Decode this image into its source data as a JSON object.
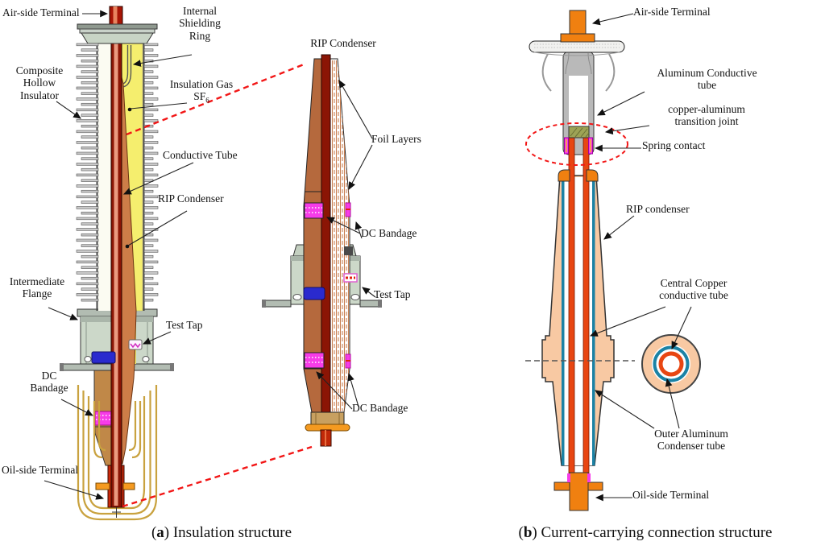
{
  "figure": {
    "panel_a": {
      "labels": {
        "air_side_terminal": "Air-side Terminal",
        "internal_shielding_ring": "Internal\nShielding\nRing",
        "composite_hollow_insulator": "Composite\nHollow\nInsulator",
        "insulation_gas_line": "Insulation Gas",
        "insulation_gas_symbol": "SF",
        "insulation_gas_subscript": "6",
        "conductive_tube": "Conductive Tube",
        "rip_condenser": "RIP Condenser",
        "intermediate_flange": "Intermediate\nFlange",
        "test_tap": "Test Tap",
        "dc_bandage": "DC\nBandage",
        "oil_side_terminal": "Oil-side Terminal"
      },
      "caption": {
        "open": "(",
        "marker": "a",
        "rest": ") Insulation structure"
      }
    },
    "panel_zoom": {
      "labels": {
        "title": "RIP Condenser",
        "foil_layers": "Foil Layers",
        "dc_bandage_upper": "DC Bandage",
        "test_tap": "Test Tap",
        "dc_bandage_lower": "DC Bandage"
      }
    },
    "panel_b": {
      "labels": {
        "air_side_terminal": "Air-side Terminal",
        "aluminum_conductive_tube": "Aluminum Conductive\ntube",
        "copper_aluminum_transition_joint": "copper-aluminum\ntransition joint",
        "spring_contact": "Spring contact",
        "rip_condenser": "RIP condenser",
        "central_copper_conductive_tube": "Central Copper\nconductive tube",
        "outer_aluminum_condenser_tube": "Outer Aluminum\nCondenser tube",
        "oil_side_terminal": "Oil-side Terminal"
      },
      "caption": {
        "open": "(",
        "marker": "b",
        "rest": ") Current-carrying connection structure"
      }
    },
    "colors": {
      "conductor_dark_red": "#8b1505",
      "condenser_orange": "#cd7d48",
      "sf6_yellow": "#f5ee6e",
      "flange_green": "#ccd8c9",
      "bandage_magenta": "#f73ce8",
      "corona_shield_gold": "#c9a23f",
      "terminal_orange": "#f08010",
      "condenser_peach": "#f8c9a3",
      "aluminum_teal": "#1b82a5",
      "copper_red": "#e84612",
      "zoom_dash_red": "#f21616",
      "spring_blue": "#2a2ace"
    }
  }
}
